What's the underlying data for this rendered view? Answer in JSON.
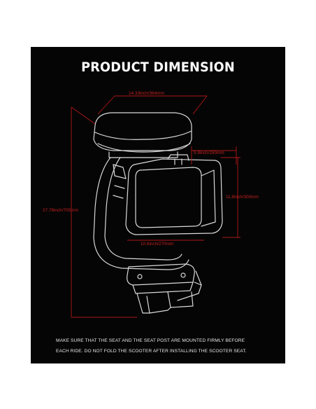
{
  "title": "PRODUCT DIMENSION",
  "dimensions": {
    "seat_length": "14.33inch/364mm",
    "post_width": "5.9inch/150mm",
    "clamp_height": "11.8inch/300mm",
    "clamp_width": "10.6inch/270mm",
    "total_height": "27.76inch/705mm"
  },
  "notes": {
    "line1": "MAKE SURE THAT THE SEAT AND THE SEAT POST ARE MOUNTED FIRMLY BEFORE",
    "line2": "EACH RIDE.  DO NOT FOLD THE SCOOTER AFTER INSTALLING THE SCOOTER SEAT."
  },
  "colors": {
    "background": "#050505",
    "dimension_line": "#b01818",
    "dimension_text": "#c62020",
    "drawing": "#d9d9d9",
    "title": "#ffffff"
  }
}
